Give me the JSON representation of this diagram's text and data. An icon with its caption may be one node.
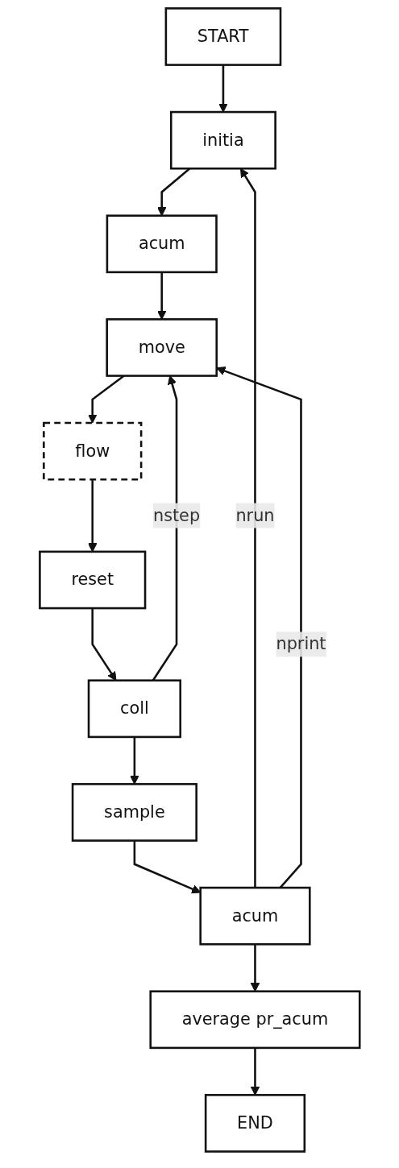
{
  "diagram": {
    "nodes": [
      {
        "text": [
          "START"
        ]
      },
      {
        "text": [
          "initia"
        ]
      },
      {
        "text": [
          "acum"
        ]
      },
      {
        "text": [
          "move"
        ]
      },
      {
        "text": [
          "flow"
        ]
      },
      {
        "text": [
          "reset"
        ]
      },
      {
        "text": [
          "coll"
        ]
      },
      {
        "text": [
          "sample"
        ]
      },
      {
        "text": [
          "acum"
        ]
      },
      {
        "text": [
          "average pr_acum"
        ]
      },
      {
        "text": [
          "END"
        ]
      }
    ],
    "edges": [
      {
        "from": 0,
        "to": 1,
        "arrow": "to"
      },
      {
        "from": 1,
        "to": 2,
        "arrow": "to"
      },
      {
        "from": 2,
        "to": 3,
        "arrow": "to"
      },
      {
        "from": 3,
        "to": 4,
        "arrow": "to"
      },
      {
        "from": 4,
        "to": 5,
        "arrow": "to"
      },
      {
        "from": 5,
        "to": 6,
        "arrow": "to"
      },
      {
        "from": 6,
        "to": 7,
        "arrow": "to"
      },
      {
        "from": 7,
        "to": 8,
        "arrow": "to"
      },
      {
        "from": 8,
        "to": 9,
        "arrow": "to"
      },
      {
        "from": 9,
        "to": 10,
        "arrow": "to"
      },
      {
        "from": 8,
        "to": 1,
        "arrow": "to",
        "label": "nrun"
      },
      {
        "from": 8,
        "to": 3,
        "arrow": "to",
        "label": "nprint"
      },
      {
        "from": 6,
        "to": 3,
        "arrow": "to",
        "label": "nstep"
      }
    ]
  }
}
